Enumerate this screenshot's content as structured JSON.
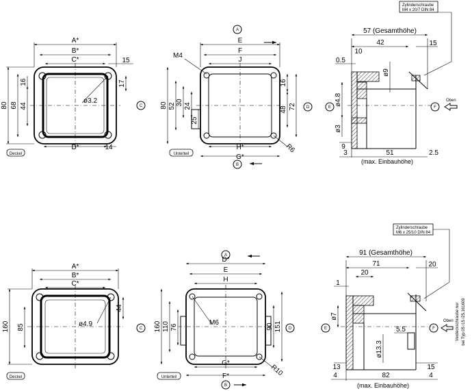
{
  "small": {
    "lid": {
      "label": "Deckel",
      "dims": {
        "A": "A*",
        "B": "B*",
        "C": "C*",
        "D": "D*",
        "w15": "15",
        "w14": "14",
        "h80": "80",
        "h68": "68",
        "h44": "44",
        "h16": "16",
        "h17": "17",
        "hole": "ø3.2"
      }
    },
    "base": {
      "label": "Unterteil",
      "dims": {
        "E": "E",
        "F": "F",
        "J": "J",
        "H": "H*",
        "G": "G*",
        "M4": "M4",
        "h80": "80",
        "h52": "52",
        "h30": "30",
        "h24": "24",
        "h25": "25",
        "h16": "16",
        "h48": "48",
        "h72": "72",
        "R6": "R6"
      }
    },
    "side": {
      "screw_title": "Zylinderschraube",
      "screw_spec": "M4 x 20/7  DIN 84",
      "total_height": "57 (Gesamthöhe)",
      "dims": {
        "d42": "42",
        "d15": "15",
        "d10": "10",
        "d05": "0.5",
        "d9": "ø9",
        "d48": "ø4.8",
        "d3": "ø3",
        "d9b": "9",
        "d3b": "3",
        "d51": "51",
        "d25": "2.5"
      },
      "mount_height": "(max. Einbauhöhe)",
      "top_label": "Oben"
    }
  },
  "large": {
    "lid": {
      "label": "Deckel",
      "dims": {
        "A": "A*",
        "B": "B*",
        "C": "C*",
        "h160": "160",
        "h85": "85",
        "h44": "44",
        "hole": "ø4.9"
      }
    },
    "base": {
      "label": "Unterteil",
      "dims": {
        "D": "D*",
        "E": "E",
        "H": "H",
        "G": "G*",
        "F": "F*",
        "M6": "M6",
        "h160": "160",
        "h110": "110",
        "h76": "76",
        "h90": "90",
        "h151": "151",
        "R10": "R10"
      }
    },
    "side": {
      "screw_title": "Zylinderschraube",
      "screw_spec": "M6 x 25/10 DIN 84",
      "total_height": "91 (Gesamthöhe)",
      "dims": {
        "d71": "71",
        "d20": "20",
        "d20b": "20",
        "d1": "1",
        "d7": "ø7",
        "d55": "5.5",
        "d133": "ø13.3",
        "d13": "13",
        "d15": "15",
        "d4": "4",
        "d82": "82",
        "d4b": "4"
      },
      "mount_height": "(max. Einbauhöhe)",
      "top_label": "Oben",
      "note_line1": "Verdeckschraube nur",
      "note_line2": "bei Typ 05 /15 /25.161609"
    }
  },
  "view_markers": {
    "A": "A",
    "B": "B",
    "C": "C",
    "D": "D",
    "E": "E",
    "F": "F"
  }
}
